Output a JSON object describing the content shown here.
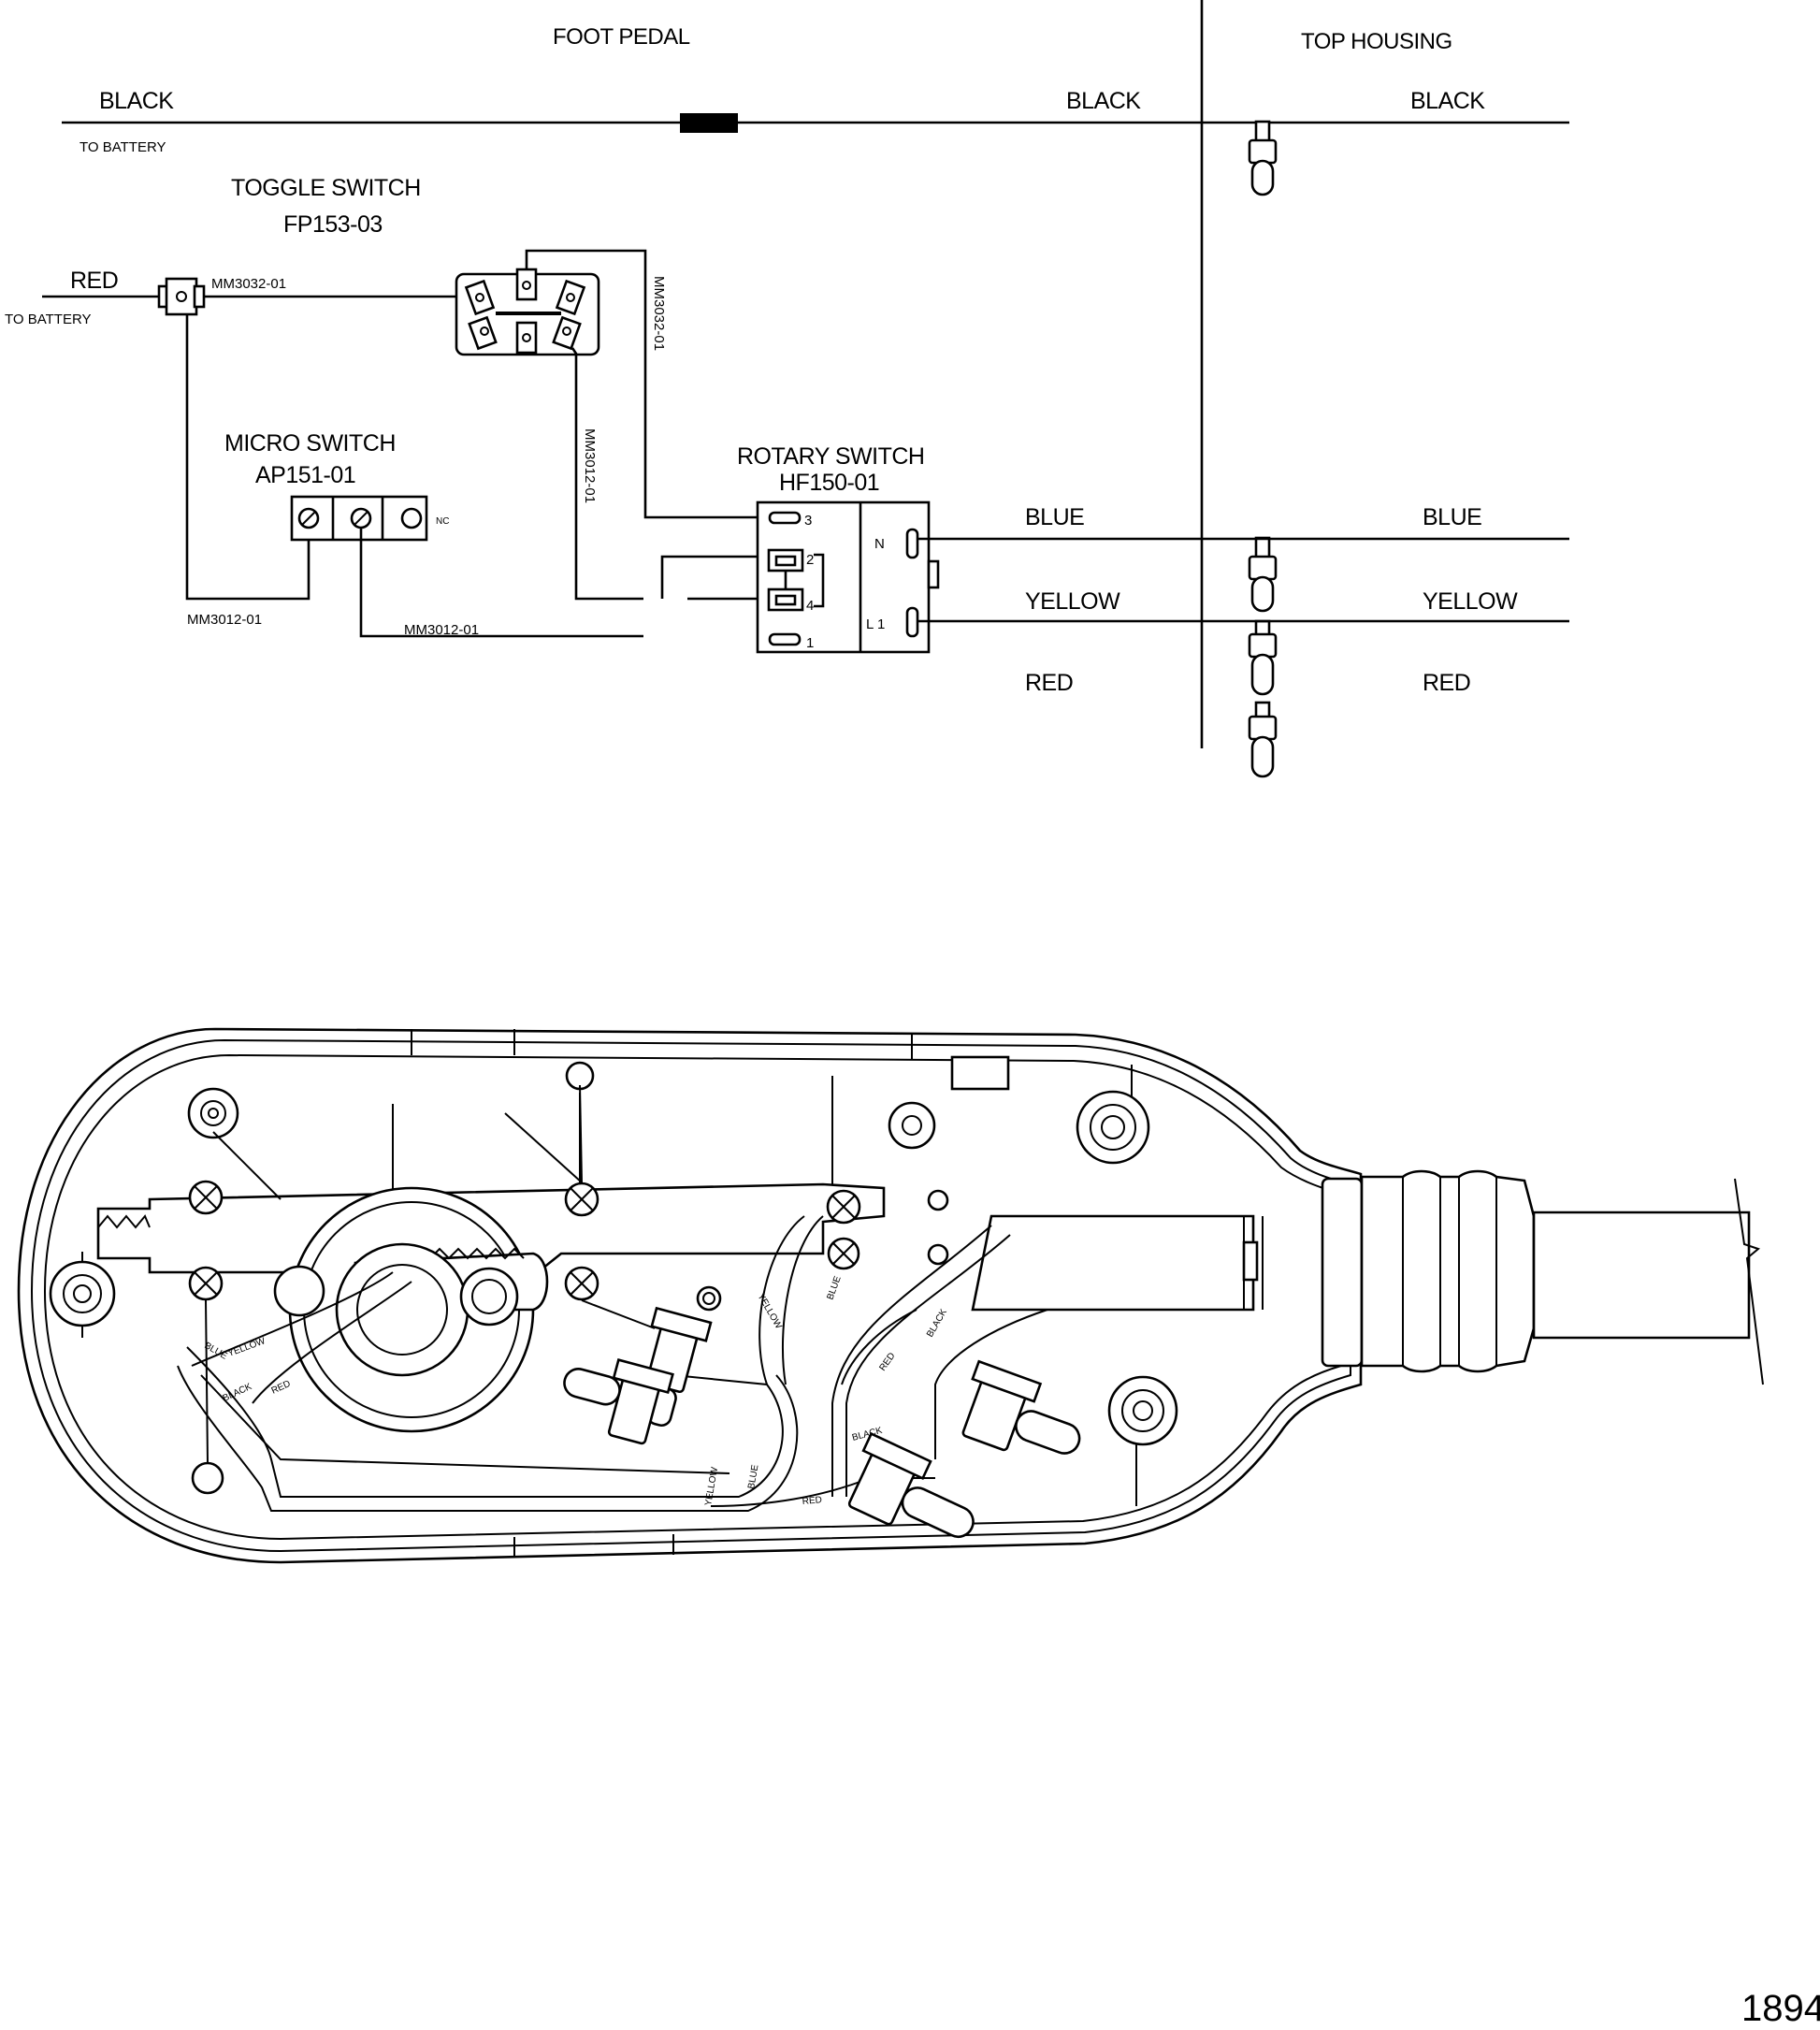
{
  "labels": {
    "foot_pedal": "FOOT PEDAL",
    "top_housing": "TOP HOUSING",
    "black_left": "BLACK",
    "to_battery_1": "TO BATTERY",
    "black_mid": "BLACK",
    "black_right": "BLACK",
    "toggle_switch_title": "TOGGLE SWITCH",
    "toggle_switch_part": "FP153-03",
    "red_left": "RED",
    "to_battery_2": "TO BATTERY",
    "mm3032_h": "MM3032-01",
    "mm3032_v": "MM3032-01",
    "mm3012_v": "MM3012-01",
    "micro_switch_title": "MICRO SWITCH",
    "micro_switch_part": "AP151-01",
    "nc": "NC",
    "mm3012_a": "MM3012-01",
    "mm3012_b": "MM3012-01",
    "rotary_switch_title": "ROTARY SWITCH",
    "rotary_switch_part": "HF150-01",
    "pin_3": "3",
    "pin_2": "2",
    "pin_4": "4",
    "pin_1": "1",
    "pin_n": "N",
    "pin_l1": "L 1",
    "blue_mid": "BLUE",
    "blue_right": "BLUE",
    "yellow_mid": "YELLOW",
    "yellow_right": "YELLOW",
    "red_mid": "RED",
    "red_right": "RED",
    "figure_number": "1894"
  },
  "housing_labels": {
    "blue": "BLUE",
    "yellow": "YELLOW",
    "black": "BLACK",
    "red": "RED",
    "yellow_2": "YELLOW",
    "blue_2": "BLUE",
    "red_2": "RED",
    "black_2": "BLACK",
    "yellow_3": "YELLOW",
    "red_3": "RED",
    "black_3": "BLACK",
    "blue_3": "BLUE"
  }
}
